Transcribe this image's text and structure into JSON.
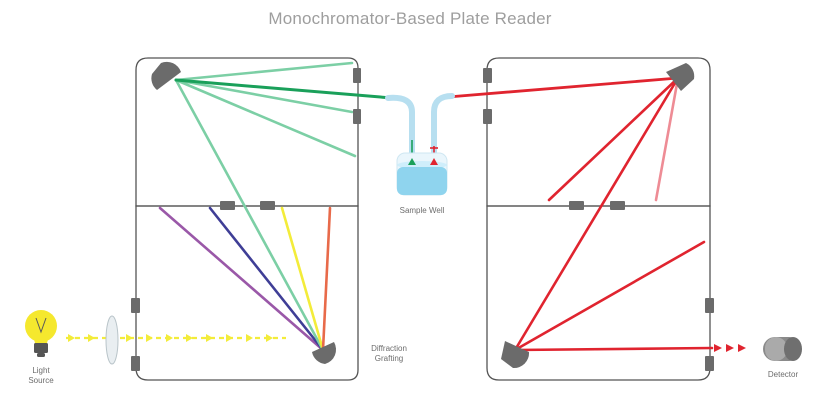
{
  "title": "Monochromator-Based Plate Reader",
  "labels": {
    "light_source": [
      "Light",
      "Source"
    ],
    "diffraction_grating": [
      "Diffraction",
      "Grafting"
    ],
    "sample_well": "Sample Well",
    "detector": "Detector"
  },
  "colors": {
    "box_stroke": "#555555",
    "slit": "#6b6b6b",
    "mirror": "#6b6b6b",
    "bulb": "#f5e82e",
    "beam_yellow": "#f3ec3a",
    "excitation_green": "#1aa05a",
    "green_light": "#7ccfa5",
    "violet": "#9a58a8",
    "indigo": "#3f3e96",
    "orange": "#e86a4a",
    "emission_red": "#e0242f",
    "pink": "#ee8c95",
    "tube": "#b7dff0",
    "liquid": "#8fd4ee"
  }
}
